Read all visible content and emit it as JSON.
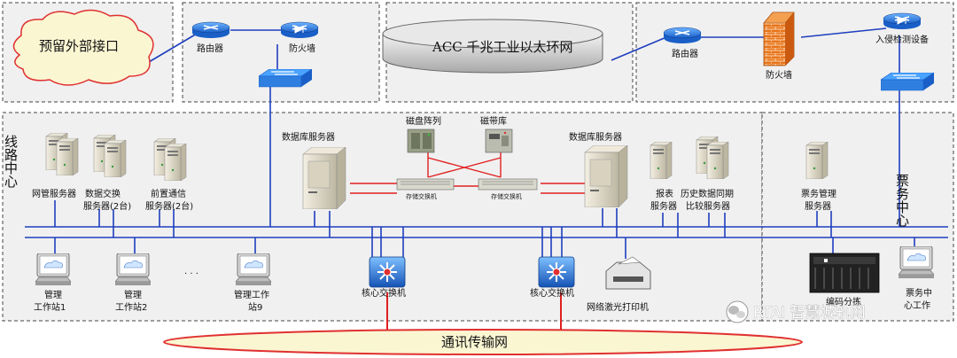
{
  "zones": {
    "external_interface": "预留外部接口",
    "acc_network": "ACC 千兆工业以太环网",
    "line_center": "线路中心",
    "ticket_center": "票务中心",
    "comm_network": "通讯传输网"
  },
  "devices": {
    "router_top": "路由器",
    "firewall_top": "防火墙",
    "router_right": "路由器",
    "firewall_right": "防火墙",
    "ids": "入侵检测设备",
    "disk_array": "磁盘阵列",
    "tape_library": "磁带库",
    "db_server_left": "数据库服务器",
    "db_server_right": "数据库服务器",
    "storage_switch_left": "存储交换机",
    "storage_switch_right": "存储交换机",
    "net_mgmt_server": "网管服务器",
    "data_exchange_server_1": "数据交换",
    "data_exchange_server_2": "服务器(2台)",
    "front_comm_server_1": "前置通信",
    "front_comm_server_2": "服务器(2台)",
    "report_server_1": "报表",
    "report_server_2": "服务器",
    "history_sync_server_1": "历史数据同期",
    "history_sync_server_2": "比较服务器",
    "ticket_mgmt_server_1": "票务管理",
    "ticket_mgmt_server_2": "服务器",
    "workstation_1a": "管理",
    "workstation_1b": "工作站1",
    "workstation_2a": "管理",
    "workstation_2b": "工作站2",
    "ellipsis": "· · ·",
    "workstation_9a": "管理工作",
    "workstation_9b": "站9",
    "core_switch_left": "核心交换机",
    "core_switch_right": "核心交换机",
    "laser_printer": "网络激光打印机",
    "encoder_sorter": "编码分拣",
    "ticket_center_ws_a": "票务中",
    "ticket_center_ws_b": "心工作"
  },
  "watermark": "RTAI 智慧城轨网",
  "colors": {
    "link": "#1f3fbf",
    "storage_link": "#e02020",
    "zone_bg": "#eeeeee",
    "comm_fill": "#fbf6d2",
    "comm_border": "#e03030",
    "firewall": "#e8741a"
  }
}
